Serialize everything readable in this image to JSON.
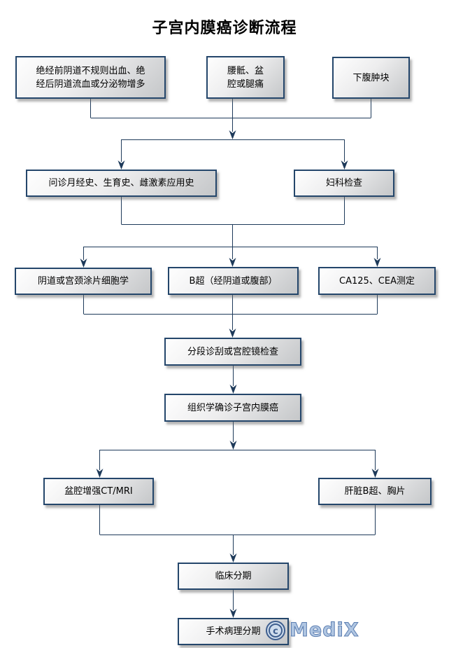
{
  "title": "子宫内膜癌诊断流程",
  "nodes": {
    "bleeding": "绝经前阴道不规则出血、绝\n经后阴道流血或分泌物增多",
    "pain": "腰骶、盆\n腔或腿痛",
    "mass": "下腹肿块",
    "history": "问诊月经史、生育史、雌激素应用史",
    "gyn_exam": "妇科检查",
    "cytology": "阴道或宫颈涂片细胞学",
    "ultrasound": "B超（经阴道或腹部）",
    "ca125": "CA125、CEA测定",
    "curettage": "分段诊刮或宫腔镜检查",
    "histology": "组织学确诊子宫内膜癌",
    "ct_mri": "盆腔增强CT/MRI",
    "liver_us": "肝脏B超、胸片",
    "clinical_staging": "临床分期",
    "surgical_staging": "手术病理分期"
  },
  "watermark": {
    "copyright_symbol": "c",
    "brand": "MediX"
  },
  "colors": {
    "box_border": "#24466b",
    "connector": "#1e3a5a",
    "box_fill_light": "#fefefe",
    "box_fill_dark": "#c5c7c9",
    "watermark_fill": "#b0c6e2",
    "watermark_outline": "#5b7db0"
  }
}
